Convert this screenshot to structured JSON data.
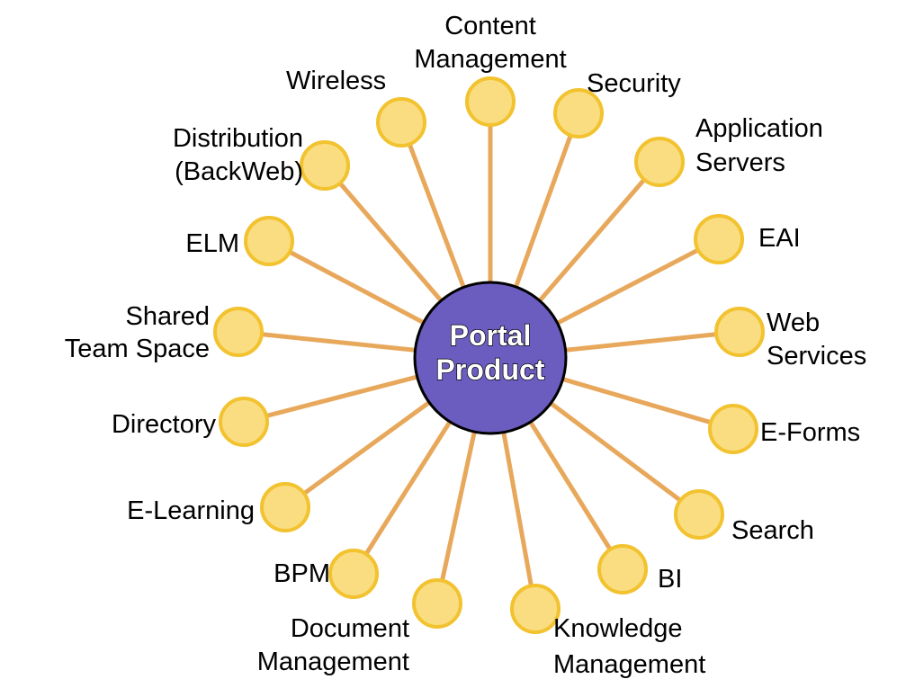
{
  "center": {
    "lines": [
      "Portal",
      "Product"
    ]
  },
  "colors": {
    "spoke": "#E8A85C",
    "node_fill": "#F9DD80",
    "node_border": "#F2C22F",
    "center_fill": "#6B5CC0",
    "center_border": "#000000"
  },
  "nodes": [
    {
      "id": "content-management",
      "lines": [
        "Content",
        "Management"
      ]
    },
    {
      "id": "security",
      "lines": [
        "Security"
      ]
    },
    {
      "id": "application-servers",
      "lines": [
        "Application",
        "Servers"
      ]
    },
    {
      "id": "eai",
      "lines": [
        "EAI"
      ]
    },
    {
      "id": "web-services",
      "lines": [
        "Web",
        "Services"
      ]
    },
    {
      "id": "e-forms",
      "lines": [
        "E-Forms"
      ]
    },
    {
      "id": "search",
      "lines": [
        "Search"
      ]
    },
    {
      "id": "bi",
      "lines": [
        "BI"
      ]
    },
    {
      "id": "knowledge-management",
      "lines": [
        "Knowledge",
        "Management"
      ]
    },
    {
      "id": "document-management",
      "lines": [
        "Document",
        "Management"
      ]
    },
    {
      "id": "bpm",
      "lines": [
        "BPM"
      ]
    },
    {
      "id": "e-learning",
      "lines": [
        "E-Learning"
      ]
    },
    {
      "id": "directory",
      "lines": [
        "Directory"
      ]
    },
    {
      "id": "shared-team-space",
      "lines": [
        "Shared",
        "Team Space"
      ]
    },
    {
      "id": "elm",
      "lines": [
        "ELM"
      ]
    },
    {
      "id": "distribution",
      "lines": [
        "Distribution",
        "(BackWeb)"
      ]
    },
    {
      "id": "wireless",
      "lines": [
        "Wireless"
      ]
    }
  ]
}
